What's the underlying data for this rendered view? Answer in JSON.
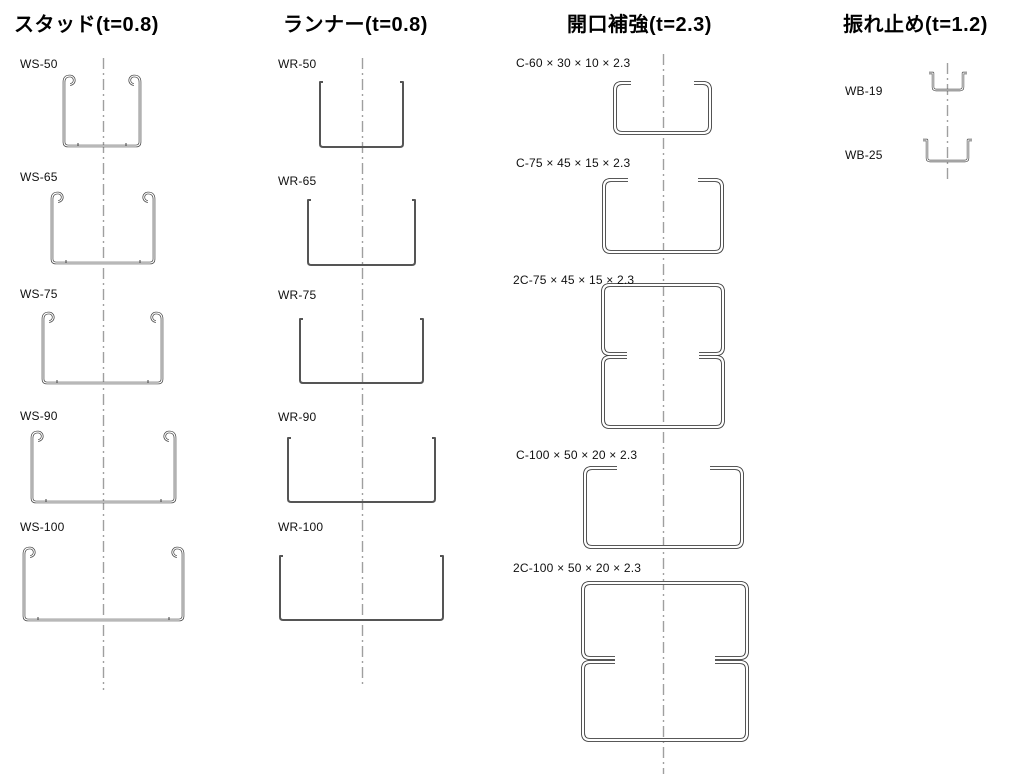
{
  "colors": {
    "background": "#ffffff",
    "profile_line": "#404040",
    "runner_line": "#555555",
    "centerline": "#9f9f9f",
    "text": "#111111"
  },
  "columns": [
    {
      "id": "studs",
      "header": "スタッド(t=0.8)",
      "thickness": "t=0.8",
      "items": [
        {
          "label": "WS-50"
        },
        {
          "label": "WS-65"
        },
        {
          "label": "WS-75"
        },
        {
          "label": "WS-90"
        },
        {
          "label": "WS-100"
        }
      ]
    },
    {
      "id": "runners",
      "header": "ランナー(t=0.8)",
      "thickness": "t=0.8",
      "items": [
        {
          "label": "WR-50"
        },
        {
          "label": "WR-65"
        },
        {
          "label": "WR-75"
        },
        {
          "label": "WR-90"
        },
        {
          "label": "WR-100"
        }
      ]
    },
    {
      "id": "opening-reinforcement",
      "header": "開口補強(t=2.3)",
      "thickness": "t=2.3",
      "items": [
        {
          "label": "C-60 × 30 × 10 × 2.3"
        },
        {
          "label": "C-75 × 45 × 15 × 2.3"
        },
        {
          "label": "2C-75 × 45 × 15 × 2.3"
        },
        {
          "label": "C-100 × 50 × 20 × 2.3"
        },
        {
          "label": "2C-100 × 50 × 20 × 2.3"
        }
      ]
    },
    {
      "id": "bracing",
      "header": "振れ止め(t=1.2)",
      "thickness": "t=1.2",
      "items": [
        {
          "label": "WB-19"
        },
        {
          "label": "WB-25"
        }
      ]
    }
  ]
}
